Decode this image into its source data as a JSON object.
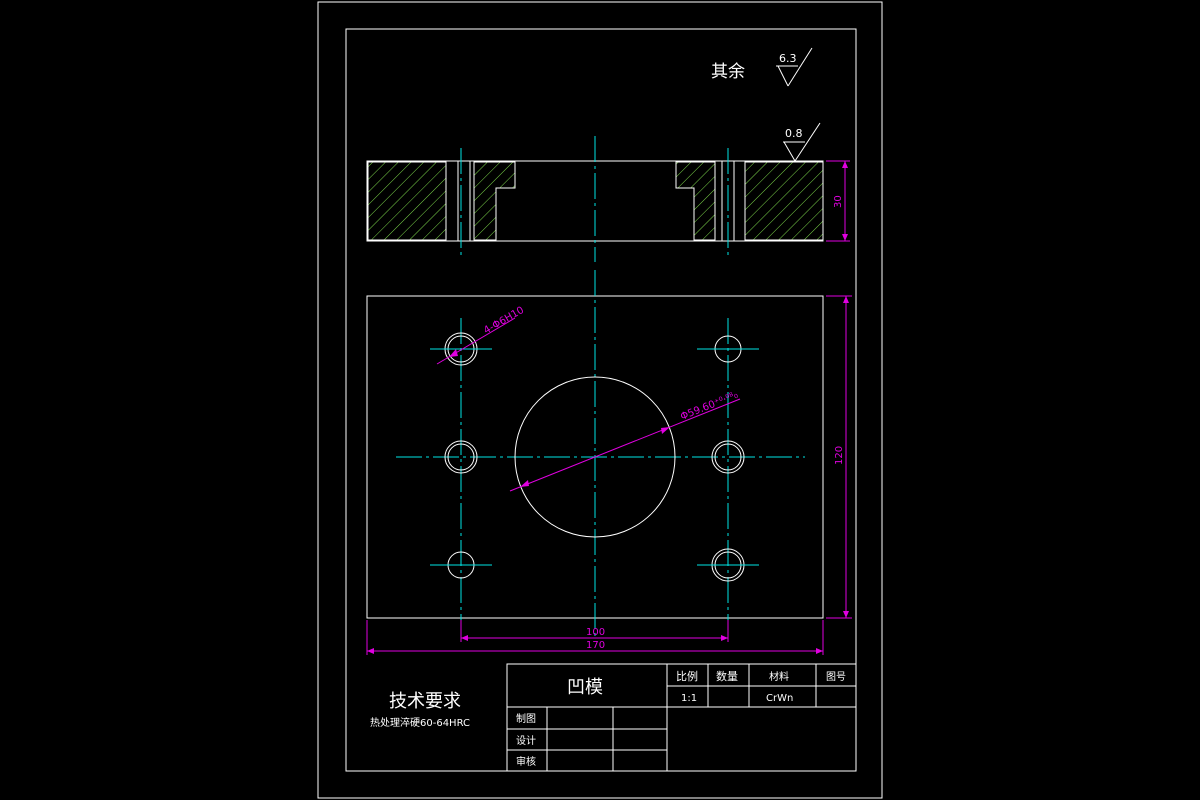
{
  "drawing": {
    "roughness_other_label": "其余",
    "roughness_other_value": "6.3",
    "roughness_top_value": "0.8",
    "dim_thickness": "30",
    "dim_height": "120",
    "dim_hole_spacing": "100",
    "dim_width": "170",
    "dim_small_holes": "4-Φ6H10",
    "dim_big_hole": "Φ59.60⁺⁰·⁰⁸₀"
  },
  "tech_requirements": {
    "title": "技术要求",
    "text": "热处理淬硬60-64HRC"
  },
  "title_block": {
    "part_name": "凹模",
    "headers": [
      "比例",
      "数量",
      "材料",
      "图号"
    ],
    "values": [
      "1:1",
      "",
      "CrWn",
      ""
    ],
    "roles": [
      "制图",
      "设计",
      "审核"
    ]
  },
  "colors": {
    "outline": "#ffffff",
    "centerline": "#00e5e5",
    "dimension": "#e000e0",
    "hatch": "#7cd64a"
  }
}
